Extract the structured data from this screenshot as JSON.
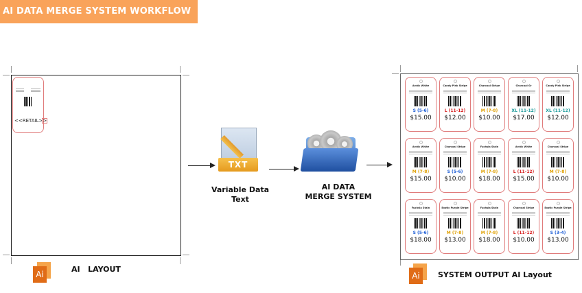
{
  "header": {
    "title": "AI DATA MERGE SYSTEM WORKFLOW"
  },
  "template": {
    "retail_field": "<<RETAIL>>"
  },
  "steps": {
    "layout_label": "AI   LAYOUT",
    "txt_badge": "TXT",
    "variable_data_label": "Variable Data\nText",
    "system_label": "AI DATA\nMERGE SYSTEM",
    "output_label": "SYSTEM OUTPUT AI Layout",
    "ai_badge": "Ai"
  },
  "colors": {
    "header_bg": "#f9a35a",
    "tag_border": "#e07b7b",
    "ai_orange": "#e06c17"
  },
  "output_tags": [
    {
      "name": "Arctic White",
      "size": "S (5-6)",
      "size_color": "#1f5fd6",
      "price": "$15.00"
    },
    {
      "name": "Candy Pink Stripe",
      "size": "L (11-12)",
      "size_color": "#d62020",
      "price": "$12.00"
    },
    {
      "name": "Charcoal Stripe",
      "size": "M (7-8)",
      "size_color": "#e0a000",
      "price": "$10.00"
    },
    {
      "name": "Charcoal Gr",
      "size": "XL (11-12)",
      "size_color": "#1a9a9a",
      "price": "$17.00"
    },
    {
      "name": "Candy Pink Stripe",
      "size": "XL (11-12)",
      "size_color": "#1a9a9a",
      "price": "$12.00"
    },
    {
      "name": "Arctic White",
      "size": "M (7-8)",
      "size_color": "#e0a000",
      "price": "$15.00"
    },
    {
      "name": "Charcoal Stripe",
      "size": "S (5-6)",
      "size_color": "#1f5fd6",
      "price": "$10.00"
    },
    {
      "name": "Fuchsia Stain",
      "size": "M (7-8)",
      "size_color": "#e0a000",
      "price": "$18.00"
    },
    {
      "name": "Arctic White",
      "size": "L (11-12)",
      "size_color": "#d62020",
      "price": "$15.00"
    },
    {
      "name": "Charcoal Stripe",
      "size": "M (7-8)",
      "size_color": "#e0a000",
      "price": "$10.00"
    },
    {
      "name": "Fuchsia Stain",
      "size": "S (5-6)",
      "size_color": "#1f5fd6",
      "price": "$18.00"
    },
    {
      "name": "Exotic Purple Stripe",
      "size": "M (7-8)",
      "size_color": "#e0a000",
      "price": "$13.00"
    },
    {
      "name": "Fuchsia Stain",
      "size": "M (7-8)",
      "size_color": "#e0a000",
      "price": "$18.00"
    },
    {
      "name": "Charcoal Stripe",
      "size": "L (11-12)",
      "size_color": "#d62020",
      "price": "$10.00"
    },
    {
      "name": "Exotic Purple Stripe",
      "size": "S (3-4)",
      "size_color": "#1f5fd6",
      "price": "$13.00"
    }
  ]
}
